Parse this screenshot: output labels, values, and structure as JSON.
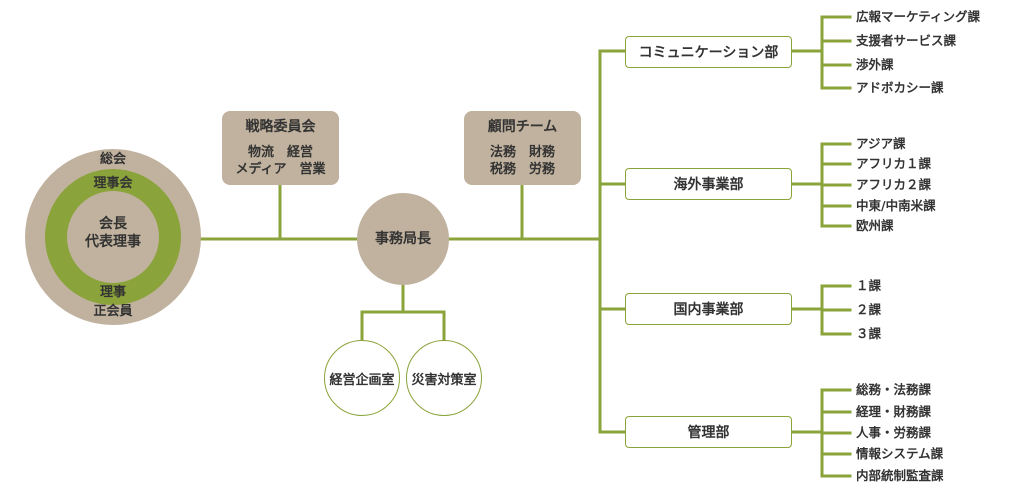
{
  "colors": {
    "green": "#8aa33a",
    "tan": "#c0b29e",
    "text": "#333333"
  },
  "assembly": {
    "outer": "総会",
    "board_top": "理事会",
    "center_line1": "会長",
    "center_line2": "代表理事",
    "board_bottom": "理事",
    "outer_bottom": "正会員"
  },
  "strategy_committee": {
    "title": "戦略委員会",
    "line1": "物流　経営",
    "line2": "メディア　営業"
  },
  "advisory_team": {
    "title": "顧問チーム",
    "line1": "法務　財務",
    "line2": "税務　労務"
  },
  "secretary_general": "事務局長",
  "offices": [
    "経営企画室",
    "災害対策室"
  ],
  "departments": [
    {
      "name": "コミュニケーション部",
      "sections": [
        "広報マーケティング課",
        "支援者サービス課",
        "渉外課",
        "アドボカシー課"
      ]
    },
    {
      "name": "海外事業部",
      "sections": [
        "アジア課",
        "アフリカ１課",
        "アフリカ２課",
        "中東/中南米課",
        "欧州課"
      ]
    },
    {
      "name": "国内事業部",
      "sections": [
        "１課",
        "２課",
        "３課"
      ]
    },
    {
      "name": "管理部",
      "sections": [
        "総務・法務課",
        "経理・財務課",
        "人事・労務課",
        "情報システム課",
        "内部統制監査課"
      ]
    }
  ]
}
